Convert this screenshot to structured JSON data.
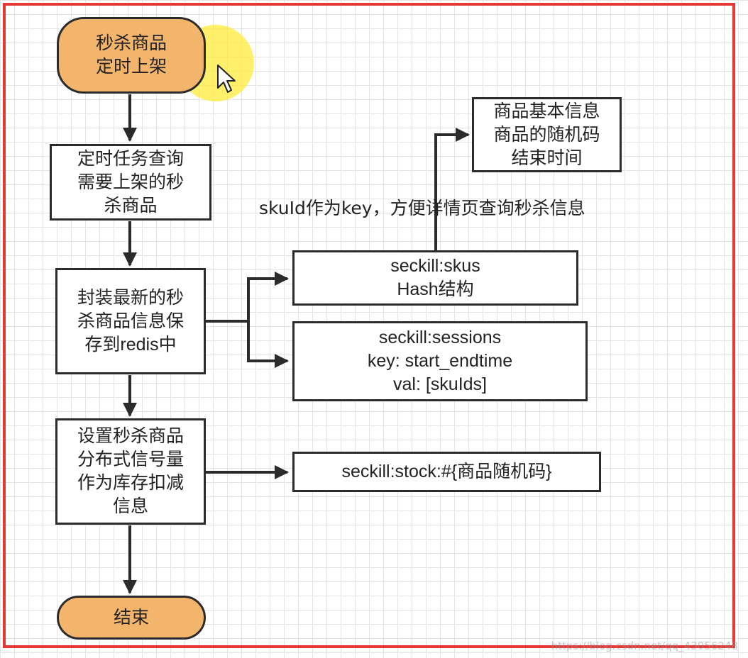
{
  "diagram": {
    "nodes": {
      "start": {
        "lines": [
          "秒杀商品",
          "定时上架"
        ]
      },
      "query": {
        "lines": [
          "定时任务查询",
          "需要上架的秒",
          "杀商品"
        ]
      },
      "save": {
        "lines": [
          "封装最新的秒",
          "杀商品信息保",
          "存到redis中"
        ]
      },
      "skus": {
        "lines": [
          "seckill:skus",
          "Hash结构"
        ]
      },
      "sessions": {
        "lines": [
          "seckill:sessions",
          "key: start_endtime",
          "val:  [skuIds]"
        ]
      },
      "info": {
        "lines": [
          "商品基本信息",
          "商品的随机码",
          "结束时间"
        ]
      },
      "semaphore": {
        "lines": [
          "设置秒杀商品",
          "分布式信号量",
          "作为库存扣减",
          "信息"
        ]
      },
      "stock": {
        "lines": [
          "seckill:stock:#{商品随机码}"
        ]
      },
      "end": {
        "lines": [
          "结束"
        ]
      }
    },
    "edge_label": "skuId作为key，方便详情页查询秒杀信息",
    "watermark": "https://blog.csdn.net/qq_43056248",
    "colors": {
      "terminal_fill": "#f2b56b",
      "border": "#2b2b2b",
      "frame": "#e53935",
      "highlight": "#ffeb3b"
    }
  }
}
